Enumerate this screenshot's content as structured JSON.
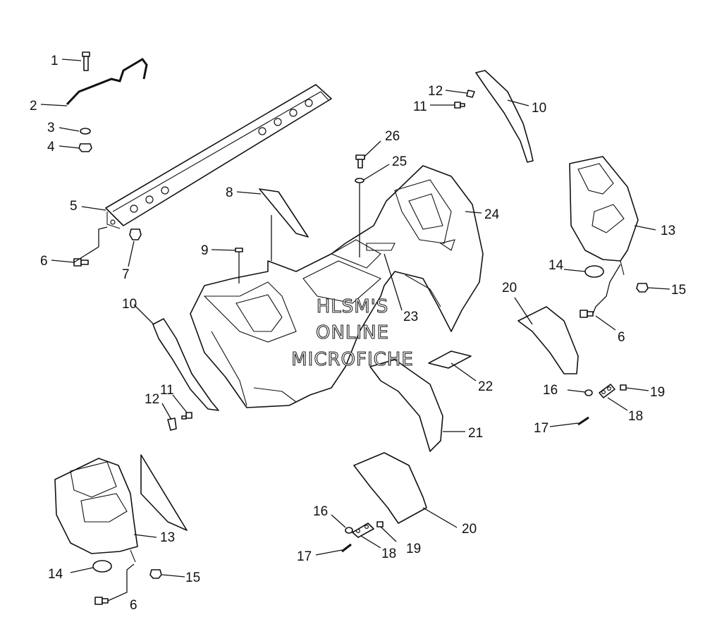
{
  "callouts": [
    {
      "id": "c1",
      "label": "1"
    },
    {
      "id": "c2",
      "label": "2"
    },
    {
      "id": "c3",
      "label": "3"
    },
    {
      "id": "c4",
      "label": "4"
    },
    {
      "id": "c5",
      "label": "5"
    },
    {
      "id": "c6a",
      "label": "6"
    },
    {
      "id": "c7",
      "label": "7"
    },
    {
      "id": "c8",
      "label": "8"
    },
    {
      "id": "c9",
      "label": "9"
    },
    {
      "id": "c10a",
      "label": "10"
    },
    {
      "id": "c10b",
      "label": "10"
    },
    {
      "id": "c11a",
      "label": "11"
    },
    {
      "id": "c11b",
      "label": "11"
    },
    {
      "id": "c12a",
      "label": "12"
    },
    {
      "id": "c12b",
      "label": "12"
    },
    {
      "id": "c13a",
      "label": "13"
    },
    {
      "id": "c13b",
      "label": "13"
    },
    {
      "id": "c14a",
      "label": "14"
    },
    {
      "id": "c14b",
      "label": "14"
    },
    {
      "id": "c15a",
      "label": "15"
    },
    {
      "id": "c15b",
      "label": "15"
    },
    {
      "id": "c6b",
      "label": "6"
    },
    {
      "id": "c6c",
      "label": "6"
    },
    {
      "id": "c16a",
      "label": "16"
    },
    {
      "id": "c16b",
      "label": "16"
    },
    {
      "id": "c17a",
      "label": "17"
    },
    {
      "id": "c17b",
      "label": "17"
    },
    {
      "id": "c18a",
      "label": "18"
    },
    {
      "id": "c18b",
      "label": "18"
    },
    {
      "id": "c19a",
      "label": "19"
    },
    {
      "id": "c19b",
      "label": "19"
    },
    {
      "id": "c20a",
      "label": "20"
    },
    {
      "id": "c20b",
      "label": "20"
    },
    {
      "id": "c21",
      "label": "21"
    },
    {
      "id": "c22",
      "label": "22"
    },
    {
      "id": "c23",
      "label": "23"
    },
    {
      "id": "c24",
      "label": "24"
    },
    {
      "id": "c25",
      "label": "25"
    },
    {
      "id": "c26",
      "label": "26"
    }
  ],
  "watermark": {
    "line1": "HLSM'S",
    "line2": "ONLINE",
    "line3": "MICROFICHE"
  }
}
